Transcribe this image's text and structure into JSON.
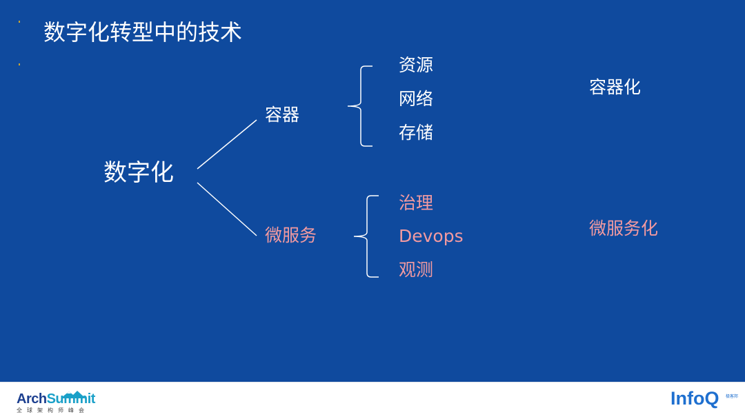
{
  "slide": {
    "title": "数字化转型中的技术",
    "background": "#0f4a9e"
  },
  "tree": {
    "root": "数字化",
    "branches": [
      {
        "label": "容器",
        "color": "#ffffff",
        "leaves": [
          "资源",
          "网络",
          "存储"
        ],
        "summary": "容器化"
      },
      {
        "label": "微服务",
        "color": "#f29aa0",
        "leaves": [
          "治理",
          "Devops",
          "观测"
        ],
        "summary": "微服务化"
      }
    ]
  },
  "footer": {
    "left_logo_a": "Arch",
    "left_logo_b": "Summit",
    "left_logo_sub": "全球架构师峰会",
    "right_logo": "InfoQ",
    "right_logo_sup": "极客邦"
  }
}
